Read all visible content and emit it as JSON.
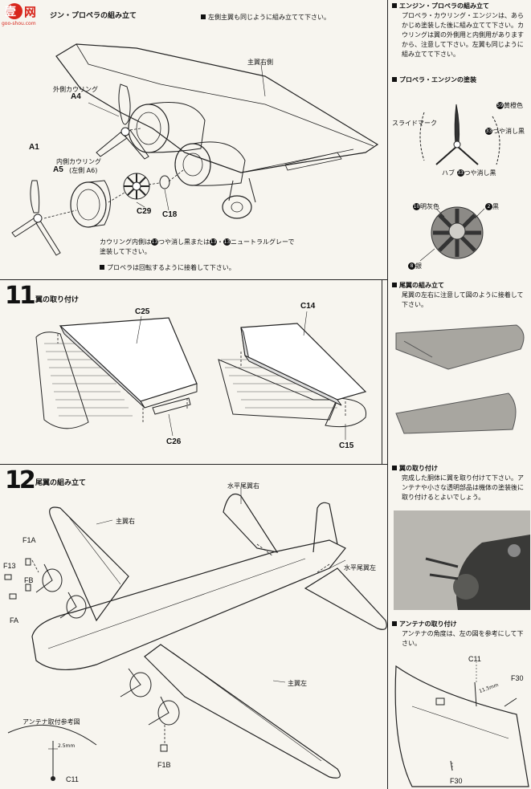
{
  "logo": {
    "main": "壹网",
    "sub": "goo-shou.com"
  },
  "step10": {
    "title": "エンジン・プロペラの組み立て",
    "title_visible": "ジン・プロペラの組み立て",
    "note_top": "左側主翼も同じように組み立てて下さい。",
    "label_wing": "主翼右側",
    "label_outer_cowl": "外側カウリング",
    "part_a4": "A4",
    "part_a1": "A1",
    "label_inner_cowl": "内側カウリング",
    "part_a5": "A5",
    "part_a6": "(左側 A6)",
    "part_c29": "C29",
    "part_c18": "C18",
    "note_cowl_1": "カウリング内側は",
    "note_cowl_2": "つや消し黒または",
    "note_cowl_3": "ニュートラルグレーで",
    "note_cowl_4": "塗装して下さい。",
    "note_prop": "プロペラは回転するように接着して下さい。"
  },
  "step11": {
    "number": "11",
    "title": "翼の取り付け",
    "part_c25": "C25",
    "part_c14": "C14",
    "part_c26": "C26",
    "part_c15": "C15"
  },
  "step12": {
    "number": "12",
    "title": "尾翼の組み立て",
    "label_htail_right": "水平尾翼右",
    "label_htail_left": "水平尾翼左",
    "label_wing_right": "主翼右",
    "label_wing_left": "主翼左",
    "part_f1a": "F1A",
    "part_f13": "F13",
    "part_fb": "FB",
    "part_fa": "FA",
    "part_f1b": "F1B",
    "antenna_ref_title": "アンテナ取付参考図",
    "antenna_dim": "2.5mm",
    "part_c11": "C11"
  },
  "sidebar": {
    "sec1_title": "エンジン・プロペラの組み立て",
    "sec1_body": "プロペラ・カウリング・エンジンは、あらかじめ塗装した後に組み立てて下さい。カウリングは翼の外側用と内側用がありますから、注意して下さい。左翼も同じように組み立てて下さい。",
    "sec2_title": "プロペラ・エンジンの塗装",
    "paint_yellow": "黄橙色",
    "paint_slide": "スライドマーク",
    "paint_black": "つや消し黒",
    "paint_hub": "ハブ",
    "paint_hub_black": "つや消し黒",
    "paint_gray": "明灰色",
    "paint_engine_black": "黒",
    "paint_silver": "銀",
    "sec3_title": "尾翼の組み立て",
    "sec3_body": "尾翼の左右に注意して図のように接着して下さい。",
    "sec4_title": "翼の取り付け",
    "sec4_body": "完成した胴体に翼を取り付けて下さい。アンテナや小さな透明部品は機体の塗装後に取り付けるとよいでしょう。",
    "sec5_title": "アンテナの取り付け",
    "sec5_body": "アンテナの角度は、左の図を参考にして下さい。",
    "part_c11": "C11",
    "part_f30a": "F30",
    "part_f30b": "F30",
    "dim_label": "11.5mm"
  },
  "colors": {
    "paper": "#f7f5ef",
    "ink": "#111111",
    "logo_red": "#d8261c",
    "photo_gray": "#9a9a96"
  }
}
